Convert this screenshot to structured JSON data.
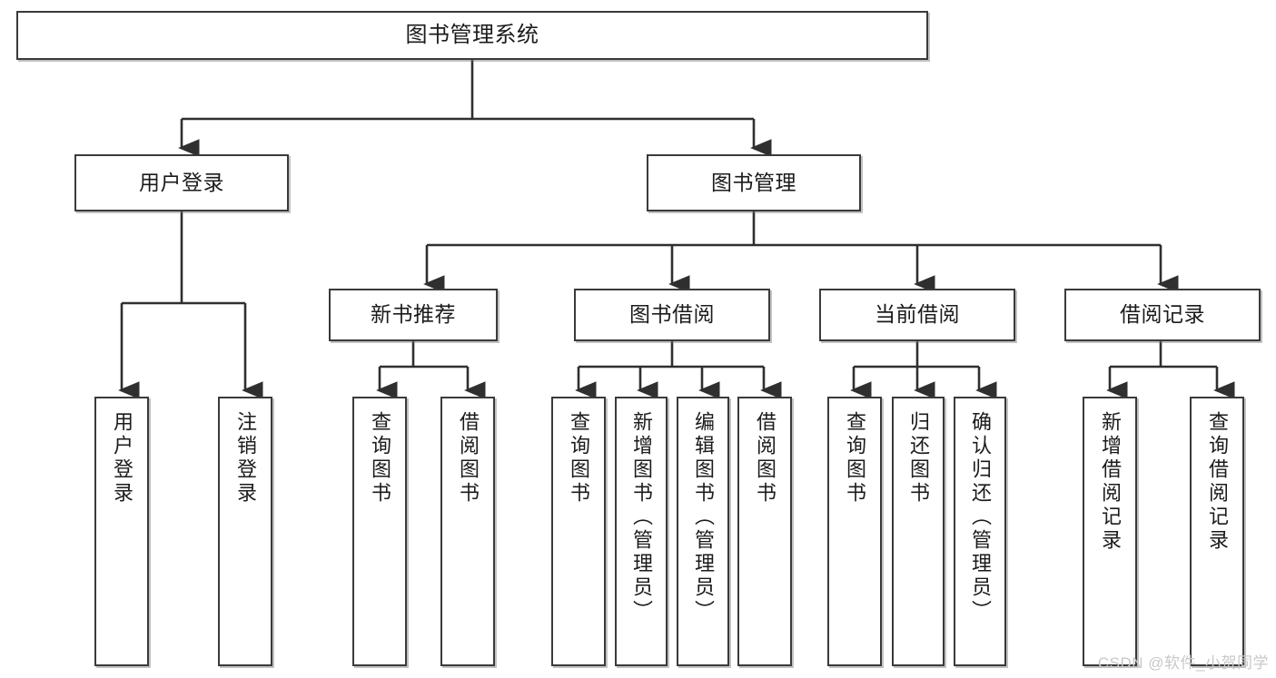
{
  "diagram": {
    "title": "图书管理系统",
    "type": "hierarchy-tree",
    "root": {
      "id": "root",
      "label": "图书管理系统"
    },
    "level1": [
      {
        "id": "user-login",
        "label": "用户登录"
      },
      {
        "id": "book-manage",
        "label": "图书管理"
      }
    ],
    "level2": [
      {
        "id": "new-book-recommend",
        "label": "新书推荐",
        "parent": "book-manage"
      },
      {
        "id": "book-borrow",
        "label": "图书借阅",
        "parent": "book-manage"
      },
      {
        "id": "current-borrow",
        "label": "当前借阅",
        "parent": "book-manage"
      },
      {
        "id": "borrow-record",
        "label": "借阅记录",
        "parent": "book-manage"
      }
    ],
    "leaves": [
      {
        "id": "leaf-user-login",
        "label": "用户登录",
        "parent": "user-login"
      },
      {
        "id": "leaf-logout-login",
        "label": "注销登录",
        "parent": "user-login"
      },
      {
        "id": "leaf-query-book-1",
        "label": "查询图书",
        "parent": "new-book-recommend"
      },
      {
        "id": "leaf-borrow-book-1",
        "label": "借阅图书",
        "parent": "new-book-recommend"
      },
      {
        "id": "leaf-query-book-2",
        "label": "查询图书",
        "parent": "book-borrow"
      },
      {
        "id": "leaf-add-book",
        "label": "新增图书（管理员）",
        "parent": "book-borrow"
      },
      {
        "id": "leaf-edit-book",
        "label": "编辑图书（管理员）",
        "parent": "book-borrow"
      },
      {
        "id": "leaf-borrow-book-2",
        "label": "借阅图书",
        "parent": "book-borrow"
      },
      {
        "id": "leaf-query-book-3",
        "label": "查询图书",
        "parent": "current-borrow"
      },
      {
        "id": "leaf-return-book",
        "label": "归还图书",
        "parent": "current-borrow"
      },
      {
        "id": "leaf-confirm-return",
        "label": "确认归还（管理员）",
        "parent": "current-borrow"
      },
      {
        "id": "leaf-add-record",
        "label": "新增借阅记录",
        "parent": "borrow-record"
      },
      {
        "id": "leaf-query-record",
        "label": "查询借阅记录",
        "parent": "borrow-record"
      }
    ],
    "colors": {
      "border": "#3a3a3a",
      "text": "#1b1b1b",
      "background": "#ffffff",
      "connector": "#2f2f2f",
      "watermark": "#c8c8c8"
    }
  },
  "watermark": {
    "text": "CSDN @软件_小贺同学"
  }
}
